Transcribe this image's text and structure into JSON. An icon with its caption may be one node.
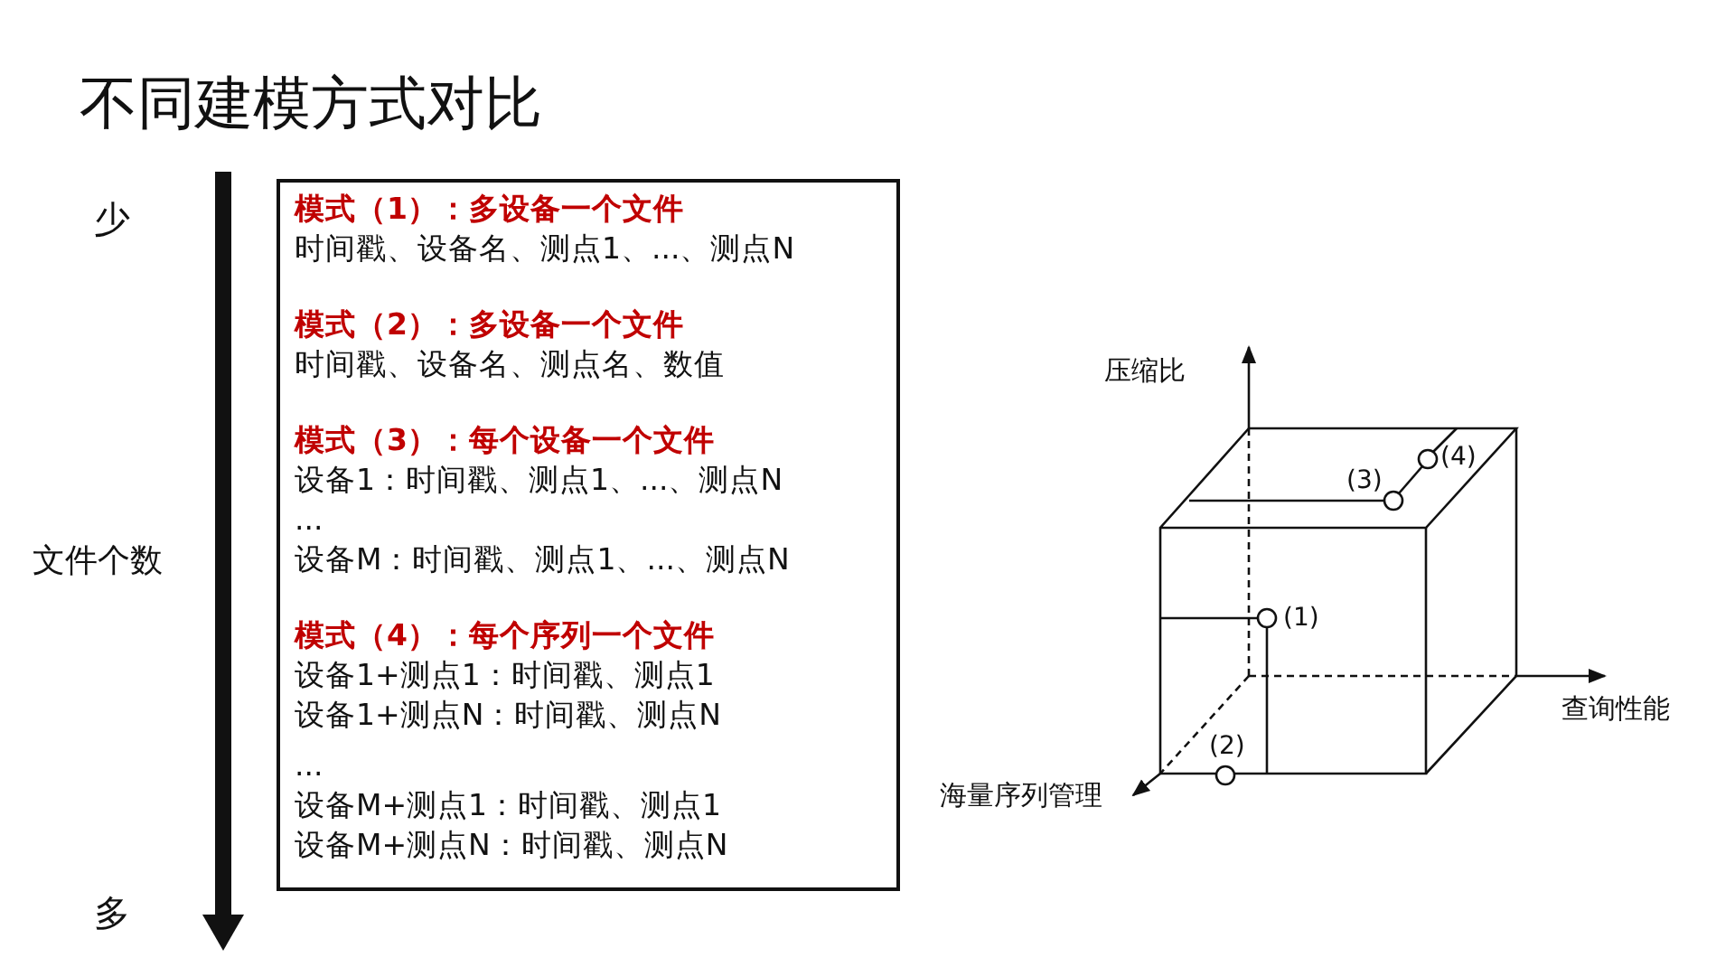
{
  "diagram": {
    "title": "不同建模方式对比",
    "nodes": [
      {
        "text": [
          "模式（1）：多设备一个文件",
          "时间戳、设备名、测点1、...、测点N",
          "模式（2）：多设备一个文件",
          "时间戳、设备名、测点名、数值",
          "模式（3）：每个设备一个文件",
          "设备1：时间戳、测点1、...、测点N",
          "...",
          "设备M：时间戳、测点1、...、测点N",
          "模式（4）：每个序列一个文件",
          "设备1+测点1：时间戳、测点1",
          "设备1+测点N：时间戳、测点N",
          "...",
          "设备M+测点1：时间戳、测点1",
          "设备M+测点N：时间戳、测点N"
        ]
      }
    ],
    "labels": [
      "少",
      "文件个数",
      "多",
      "压缩比",
      "(4)",
      "(3)",
      "(1)",
      "查询性能",
      "(2)",
      "海量序列管理"
    ]
  }
}
